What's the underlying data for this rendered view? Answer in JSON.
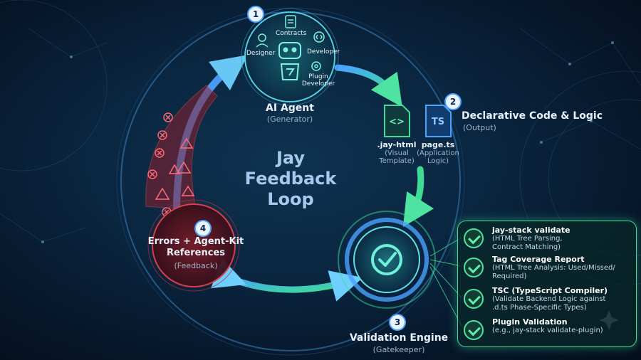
{
  "center_title": {
    "line1": "Jay",
    "line2": "Feedback",
    "line3": "Loop"
  },
  "ai_agent": {
    "step": "1",
    "title": "AI Agent",
    "subtitle": "(Generator)",
    "roles": {
      "designer": "Designer",
      "contracts": "Contracts",
      "developer": "Developer",
      "plugin_line1": "Plugin",
      "plugin_line2": "Developer"
    }
  },
  "output": {
    "step": "2",
    "title": "Declarative Code & Logic",
    "subtitle": "(Output)",
    "files": [
      {
        "icon_text": "<>",
        "name": ".jay-html",
        "desc1": "(Visual",
        "desc2": "Template)"
      },
      {
        "icon_text": "TS",
        "name": "page.ts",
        "desc1": "(Application",
        "desc2": "Logic)"
      }
    ]
  },
  "validation": {
    "step": "3",
    "title": "Validation Engine",
    "subtitle": "(Gatekeeper)",
    "checks": [
      {
        "title": "jay-stack validate",
        "desc1": "(HTML Tree Parsing,",
        "desc2": "Contract Matching)"
      },
      {
        "title": "Tag Coverage Report",
        "desc1": "(HTML Tree Analysis: Used/Missed/",
        "desc2": "Required)"
      },
      {
        "title": "TSC (TypeScript Compiler)",
        "desc1": "(Validate Backend Logic against",
        "desc2": ".d.ts Phase-Specific Types)"
      },
      {
        "title": "Plugin Validation",
        "desc1": "(e.g., jay-stack validate-plugin)",
        "desc2": ""
      }
    ]
  },
  "feedback": {
    "step": "4",
    "title1": "Errors + Agent-Kit",
    "title2": "References",
    "subtitle": "(Feedback)"
  },
  "colors": {
    "blue": "#4aa3ff",
    "green": "#3ddc97",
    "red": "#e0414b",
    "text": "#e8f1fb"
  }
}
